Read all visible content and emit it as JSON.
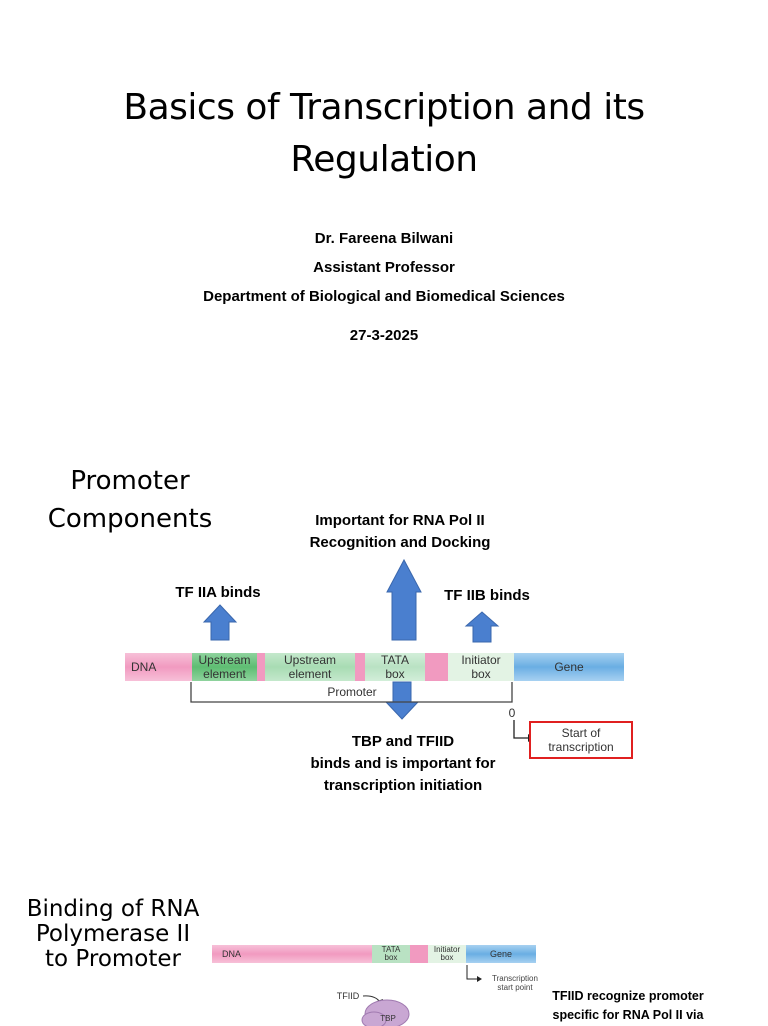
{
  "slide1": {
    "title_line1": "Basics of Transcription and its",
    "title_line2": "Regulation",
    "author": "Dr. Fareena Bilwani",
    "position": "Assistant Professor",
    "department": "Department of Biological and Biomedical Sciences",
    "date": "27-3-2025"
  },
  "slide2": {
    "title_line1": "Promoter",
    "title_line2": "Components",
    "tata_note_line1": "Important for RNA Pol II",
    "tata_note_line2": "Recognition and Docking",
    "tf2a_label": "TF IIA binds",
    "tf2b_label": "TF IIB binds",
    "dna_label": "DNA",
    "upstream1_line1": "Upstream",
    "upstream1_line2": "element",
    "upstream2_line1": "Upstream",
    "upstream2_line2": "element",
    "tata_line1": "TATA",
    "tata_line2": "box",
    "initiator_line1": "Initiator",
    "initiator_line2": "box",
    "gene_label": "Gene",
    "promoter_label": "Promoter",
    "zero_label": "0",
    "start_line1": "Start of",
    "start_line2": "transcription",
    "tbp_line1": "TBP and TFIID",
    "tbp_line2": "binds and is important for",
    "tbp_line3": "transcription initiation",
    "colors": {
      "arrow": "#4a7fcf",
      "dna": "#f19ac0",
      "upstream1": "#5ebd72",
      "upstream2": "#a8dcb3",
      "tata": "#b9e2c3",
      "initiator": "#e3f3e4",
      "gene": "#6aaee3",
      "start_box": "#e02020"
    }
  },
  "slide3": {
    "title_line1": "Binding of RNA",
    "title_line2": "Polymerase II",
    "title_line3": "to Promoter",
    "dna_label": "DNA",
    "tata_line1": "TATA",
    "tata_line2": "box",
    "initiator_line1": "Initiator",
    "initiator_line2": "box",
    "gene_label": "Gene",
    "tsp_line1": "Transcription",
    "tsp_line2": "start point",
    "tfiid_label": "TFIID",
    "tbp_label": "TBP",
    "note_line1": "TFIID recognize promoter",
    "note_line2": "specific for RNA Pol II via"
  }
}
